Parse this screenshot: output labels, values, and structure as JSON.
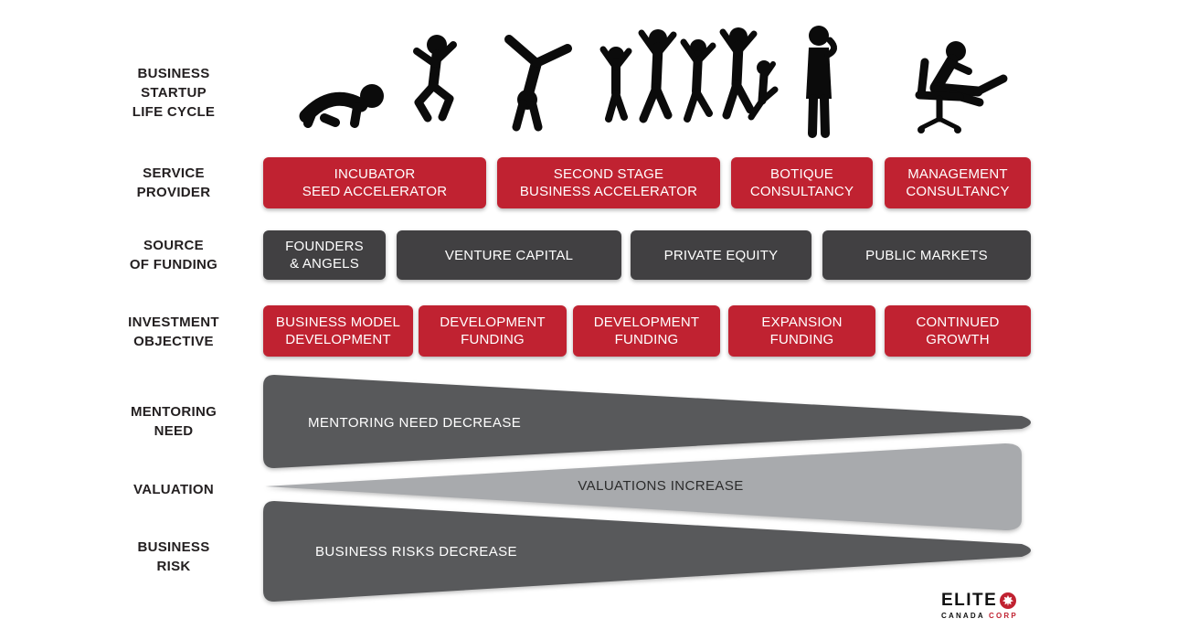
{
  "colors": {
    "red": "#c02231",
    "dark_gray": "#414042",
    "wedge_dark": "#58595b",
    "wedge_light": "#a8aaad",
    "text_dark": "#231f20",
    "white": "#ffffff"
  },
  "life_cycle": {
    "label": "BUSINESS\nSTARTUP\nLIFE CYCLE",
    "stages": [
      "baby-crawling-icon",
      "child-jumping-icon",
      "cartwheel-icon",
      "group-celebrating-icon",
      "businessman-phone-icon",
      "executive-chair-icon"
    ]
  },
  "service": {
    "label": "SERVICE\nPROVIDER",
    "items": [
      {
        "label": "INCUBATOR\nSEED ACCELERATOR"
      },
      {
        "label": "SECOND STAGE\nBUSINESS ACCELERATOR"
      },
      {
        "label": "BOTIQUE\nCONSULTANCY"
      },
      {
        "label": "MANAGEMENT\nCONSULTANCY"
      }
    ]
  },
  "funding": {
    "label": "SOURCE\nOF FUNDING",
    "items": [
      {
        "label": "FOUNDERS\n& ANGELS"
      },
      {
        "label": "VENTURE CAPITAL"
      },
      {
        "label": "PRIVATE EQUITY"
      },
      {
        "label": "PUBLIC MARKETS"
      }
    ]
  },
  "investment": {
    "label": "INVESTMENT\nOBJECTIVE",
    "items": [
      {
        "label": "BUSINESS MODEL\nDEVELOPMENT"
      },
      {
        "label": "DEVELOPMENT\nFUNDING"
      },
      {
        "label": "DEVELOPMENT\nFUNDING"
      },
      {
        "label": "EXPANSION\nFUNDING"
      },
      {
        "label": "CONTINUED\nGROWTH"
      }
    ]
  },
  "mentoring": {
    "label": "MENTORING\nNEED",
    "wedge_text": "MENTORING NEED DECREASE"
  },
  "valuation": {
    "label": "VALUATION",
    "wedge_text": "VALUATIONS INCREASE"
  },
  "risk": {
    "label": "BUSINESS\nRISK",
    "wedge_text": "BUSINESS RISKS DECREASE"
  },
  "logo": {
    "name": "ELITE",
    "country": "CANADA",
    "corp": "CORP"
  }
}
